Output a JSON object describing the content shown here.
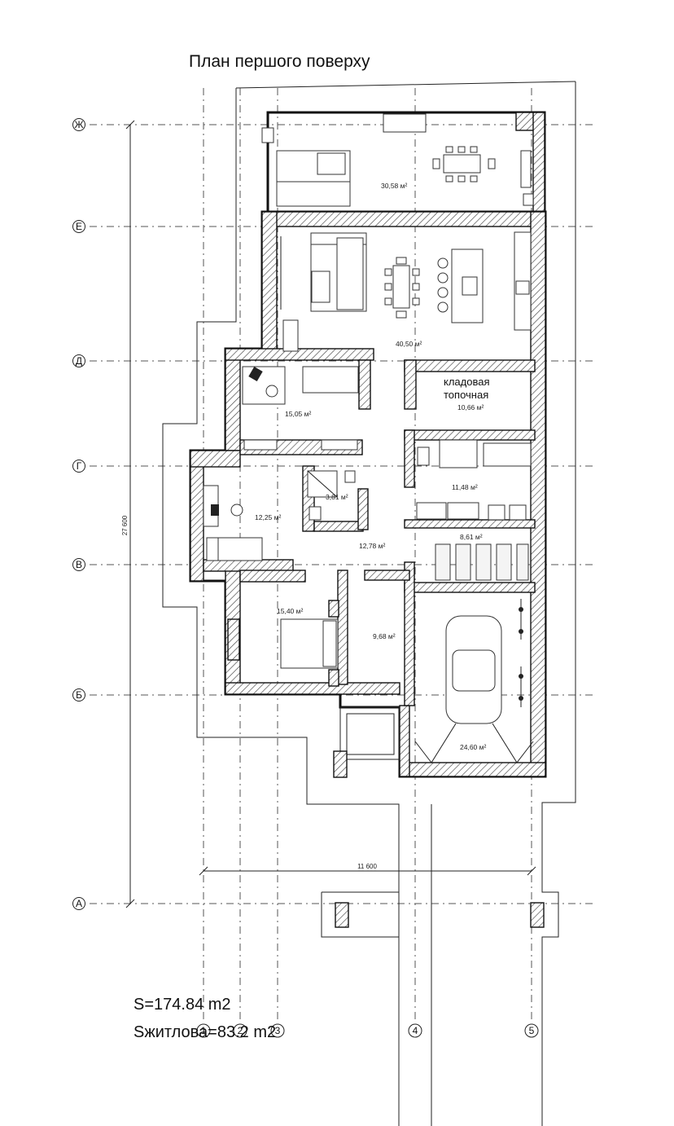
{
  "title": "План першого поверху",
  "totals": {
    "area_total": "S=174.84 m2",
    "area_living": "Sжитлова=83.2 m2"
  },
  "dimensions": {
    "overall_length": "27 600",
    "overall_width": "11 600"
  },
  "axes": {
    "rows": [
      "Ж",
      "Е",
      "Д",
      "Г",
      "В",
      "Б",
      "А"
    ],
    "columns": [
      "1",
      "2",
      "3",
      "4",
      "5"
    ]
  },
  "rooms": {
    "terrace": "30,58 м²",
    "living": "40,50 м²",
    "storage_name_1": "кладовая",
    "storage_name_2": "топочная",
    "storage": "10,66 м²",
    "cabinet": "15,05 м²",
    "bath": "11,48 м²",
    "wc": "3,81 м²",
    "office": "12,25 м²",
    "hall": "12,78 м²",
    "wardrobe": "8,61 м²",
    "bedroom": "15,40 м²",
    "corridor": "9,68 м²",
    "garage": "24,60 м²"
  }
}
